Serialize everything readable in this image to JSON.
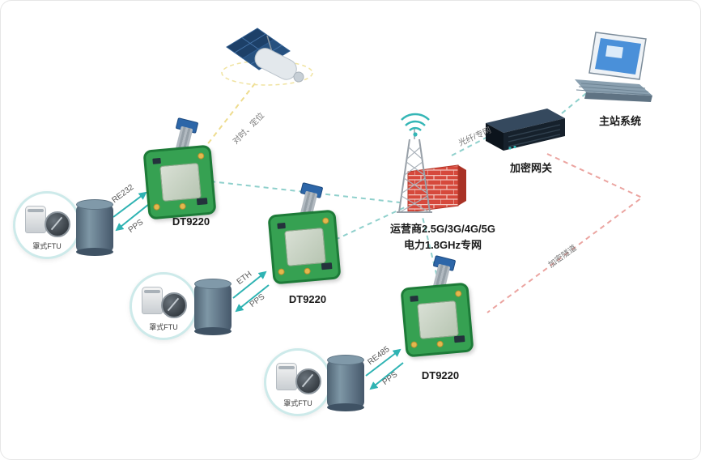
{
  "labels": {
    "satellite_link": "对时、定位",
    "fiber_link": "光纤/专网",
    "tunnel": "加密隧道",
    "carrier_line1": "运营商2.5G/3G/4G/5G",
    "carrier_line2": "电力1.8GHz专网",
    "gateway": "加密网关",
    "master": "主站系统"
  },
  "terminals": [
    {
      "device": "DT9220",
      "ftu": "罩式FTU",
      "bus": "RE232",
      "pps": "PPS"
    },
    {
      "device": "DT9220",
      "ftu": "罩式FTU",
      "bus": "ETH",
      "pps": "PPS"
    },
    {
      "device": "DT9220",
      "ftu": "罩式FTU",
      "bus": "RE485",
      "pps": "PPS"
    }
  ],
  "colors": {
    "link_teal": "#8fd0cc",
    "link_yellow": "#eedc8e",
    "link_red": "#eba4a0",
    "accent_teal": "#2fb3b3",
    "pcb_green": "#36a152",
    "firewall_red": "#d6493c"
  }
}
